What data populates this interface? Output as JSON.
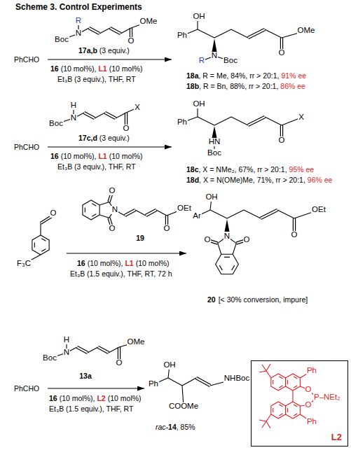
{
  "diagram": {
    "title": "Scheme 3. Control Experiments",
    "nodes": [
      {
        "text": [
          "L2"
        ]
      }
    ],
    "labels": [
      "PhCHO",
      "R",
      "Boc",
      "N",
      "OMe",
      "O",
      "17a,b",
      "(3 equiv.)",
      "16",
      "(10 mol%),",
      "L1",
      "(10 mol%)",
      "Et₃B (3 equiv.), THF, RT",
      "OH",
      "Ph",
      "OMe",
      "O",
      "R",
      "N",
      "Boc",
      "18a",
      ", R = Me, 84%, rr > 20:1,",
      "91% ee",
      "18b",
      ", R = Bn, 88%, rr > 20:1,",
      "86% ee",
      "H",
      "Boc",
      "N",
      "X",
      "O",
      "17c,d",
      "(3 equiv.)",
      "PhCHO",
      "16",
      "(10 mol%),",
      "L1",
      "(10 mol%)",
      "Et₃B (3 equiv.), THF, RT",
      "OH",
      "Ph",
      "X",
      "O",
      "HN",
      "Boc",
      "18c",
      ", X = NMe₂, 67%, rr > 20:1,",
      "95% ee",
      "18d",
      ", X = N(OMe)Me, 71%, rr > 20:1,",
      "96% ee",
      "O",
      "F₃C",
      "O",
      "O",
      "N",
      "OEt",
      "O",
      "19",
      "16",
      "(10 mol%),",
      "L1",
      "(10 mol%)",
      "Et₃B (1.5 equiv.), THF, RT, 72 h",
      "OH",
      "Ar",
      "N",
      "O",
      "O",
      "OEt",
      "O",
      "20",
      "[< 30% conversion, impure]",
      "H",
      "Boc",
      "N",
      "OMe",
      "O",
      "13a",
      "PhCHO",
      "16",
      "(10 mol%),",
      "L2",
      "(10 mol%)",
      "Et₃B (1.5 equiv.), THF, RT",
      "OH",
      "Ph",
      "COOMe",
      "NHBoc",
      "rac-",
      "14",
      ", 85%",
      "Ph",
      "Ph",
      "O",
      "O",
      "P–NEt₂"
    ]
  }
}
